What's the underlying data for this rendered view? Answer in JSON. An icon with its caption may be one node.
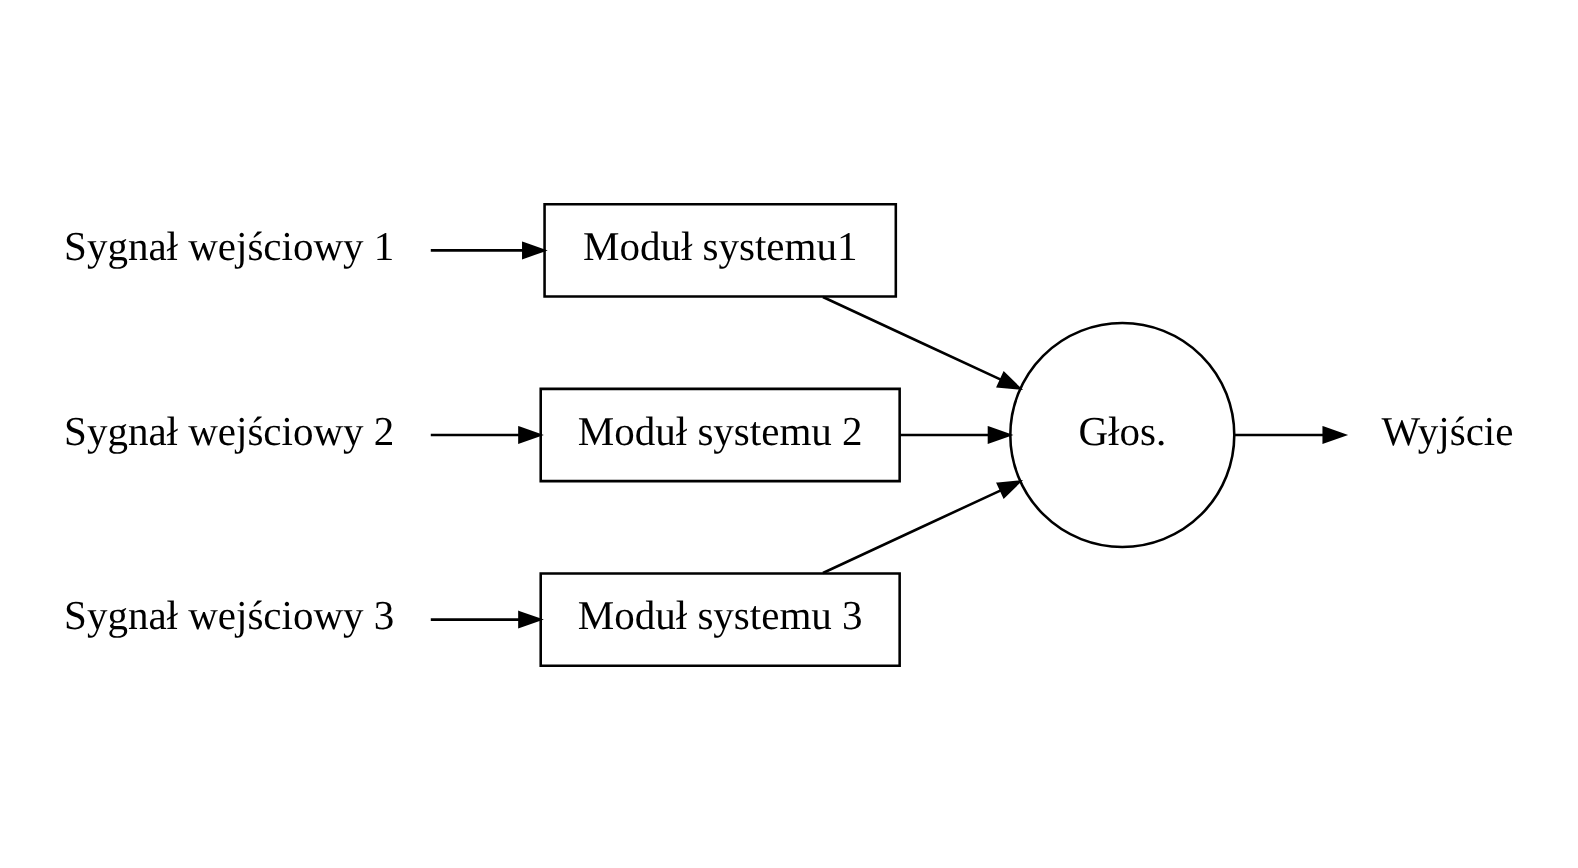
{
  "diagram": {
    "nodes": [
      {
        "text": [
          "Sygnał wejściowy 1"
        ]
      },
      {
        "text": [
          "Moduł systemu1"
        ]
      },
      {
        "text": [
          "Sygnał wejściowy 2"
        ]
      },
      {
        "text": [
          "Moduł systemu 2"
        ]
      },
      {
        "text": [
          "Sygnał wejściowy 3"
        ]
      },
      {
        "text": [
          "Moduł systemu 3"
        ]
      },
      {
        "text": [
          "Głos."
        ]
      },
      {
        "text": [
          "Wyjście"
        ]
      }
    ],
    "edges": [
      {
        "from": 0,
        "to": 1,
        "arrow": "to"
      },
      {
        "from": 2,
        "to": 3,
        "arrow": "to"
      },
      {
        "from": 4,
        "to": 5,
        "arrow": "to"
      },
      {
        "from": 1,
        "to": 6,
        "arrow": "to"
      },
      {
        "from": 3,
        "to": 6,
        "arrow": "to"
      },
      {
        "from": 5,
        "to": 6,
        "arrow": "to"
      },
      {
        "from": 6,
        "to": 7,
        "arrow": "to"
      }
    ]
  }
}
